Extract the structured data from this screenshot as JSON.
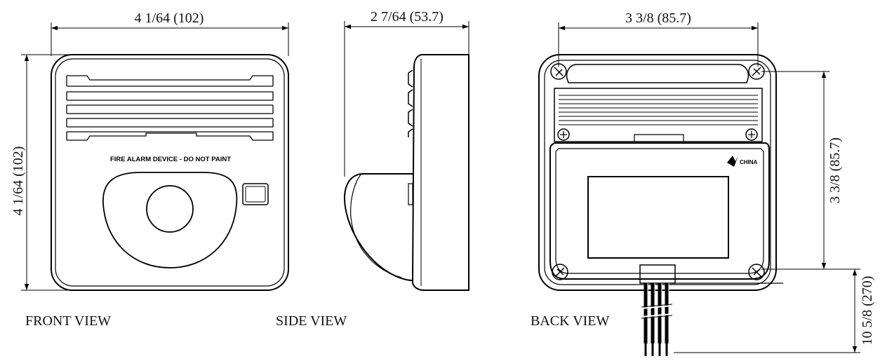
{
  "front_view": {
    "caption": "FRONT VIEW",
    "width_dim": "4 1/64 (102)",
    "height_dim": "4 1/64 (102)",
    "label": "FIRE ALARM DEVICE - DO NOT PAINT"
  },
  "side_view": {
    "caption": "SIDE VIEW",
    "depth_dim": "2 7/64 (53.7)"
  },
  "back_view": {
    "caption": "BACK VIEW",
    "width_dim": "3 3/8 (85.7)",
    "height_dim": "3 3/8 (85.7)",
    "lead_dim": "10 5/8 (270)",
    "logo_text": "CHINA"
  }
}
